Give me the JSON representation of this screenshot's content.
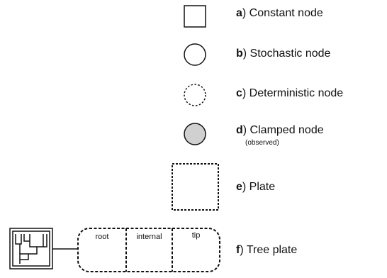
{
  "legend": {
    "a": {
      "key": "a",
      "text": ") Constant node"
    },
    "b": {
      "key": "b",
      "text": ") Stochastic node"
    },
    "c": {
      "key": "c",
      "text": ") Deterministic node"
    },
    "d": {
      "key": "d",
      "text": ") Clamped node",
      "note": "(observed)"
    },
    "e": {
      "key": "e",
      "text": ") Plate"
    },
    "f": {
      "key": "f",
      "text": ") Tree plate"
    }
  },
  "tree_plate": {
    "segments": [
      "root",
      "internal",
      "tip"
    ]
  },
  "colors": {
    "clamped_fill": "#d0d0d0",
    "stroke": "#111111"
  }
}
